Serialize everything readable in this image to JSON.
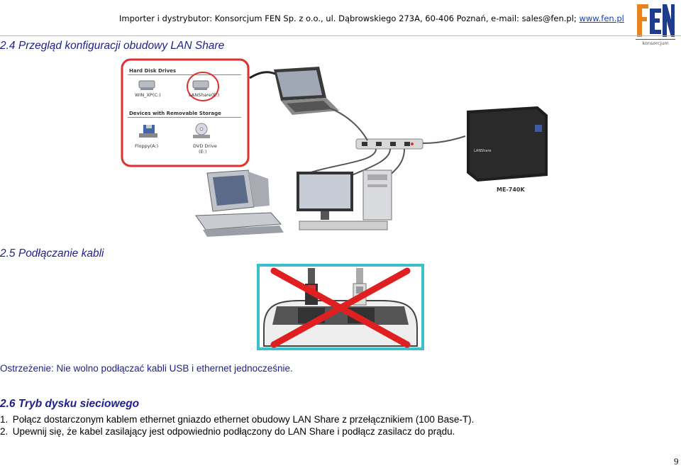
{
  "header": {
    "text": "Importer i dystrybutor: Konsorcjum FEN Sp. z o.o., ul. Dąbrowskiego 273A, 60-406 Poznań, e-mail: sales@fen.pl; ",
    "link": "www.fen.pl"
  },
  "logo": {
    "letters": "FEN",
    "caption": "konsorcjum",
    "colors": {
      "f": "#e8821e",
      "e": "#1f3c8c",
      "n": "#1f3c8c"
    }
  },
  "section_24": {
    "title": "2.4 Przegląd konfiguracji obudowy LAN Share"
  },
  "figure1": {
    "panel_heading_1": "Hard Disk Drives",
    "drive_1": "WIN_XP(C:)",
    "drive_2": "LANShare(E:)",
    "panel_heading_2": "Devices with Removable Storage",
    "drive_3": "Floppy(A:)",
    "drive_4_line1": "DVD Drive",
    "drive_4_line2": "(E:)",
    "enclosure_brand": "LANShare",
    "enclosure_model": "ME-740K"
  },
  "section_25": {
    "title": "2.5 Podłączanie kabli"
  },
  "warning": "Ostrzeżenie: Nie wolno podłączać kabli USB i ethernet jednocześnie.",
  "section_26": {
    "title": "2.6 Tryb dysku sieciowego",
    "steps": [
      {
        "num": "1.",
        "text": "Połącz dostarczonym kablem ethernet gniazdo ethernet obudowy LAN Share z przełącznikiem (100 Base-T)."
      },
      {
        "num": "2.",
        "text": "Upewnij się, że kabel zasilający jest odpowiednio podłączony do LAN Share i podłącz zasilacz do prądu."
      }
    ]
  },
  "page_number": "9"
}
